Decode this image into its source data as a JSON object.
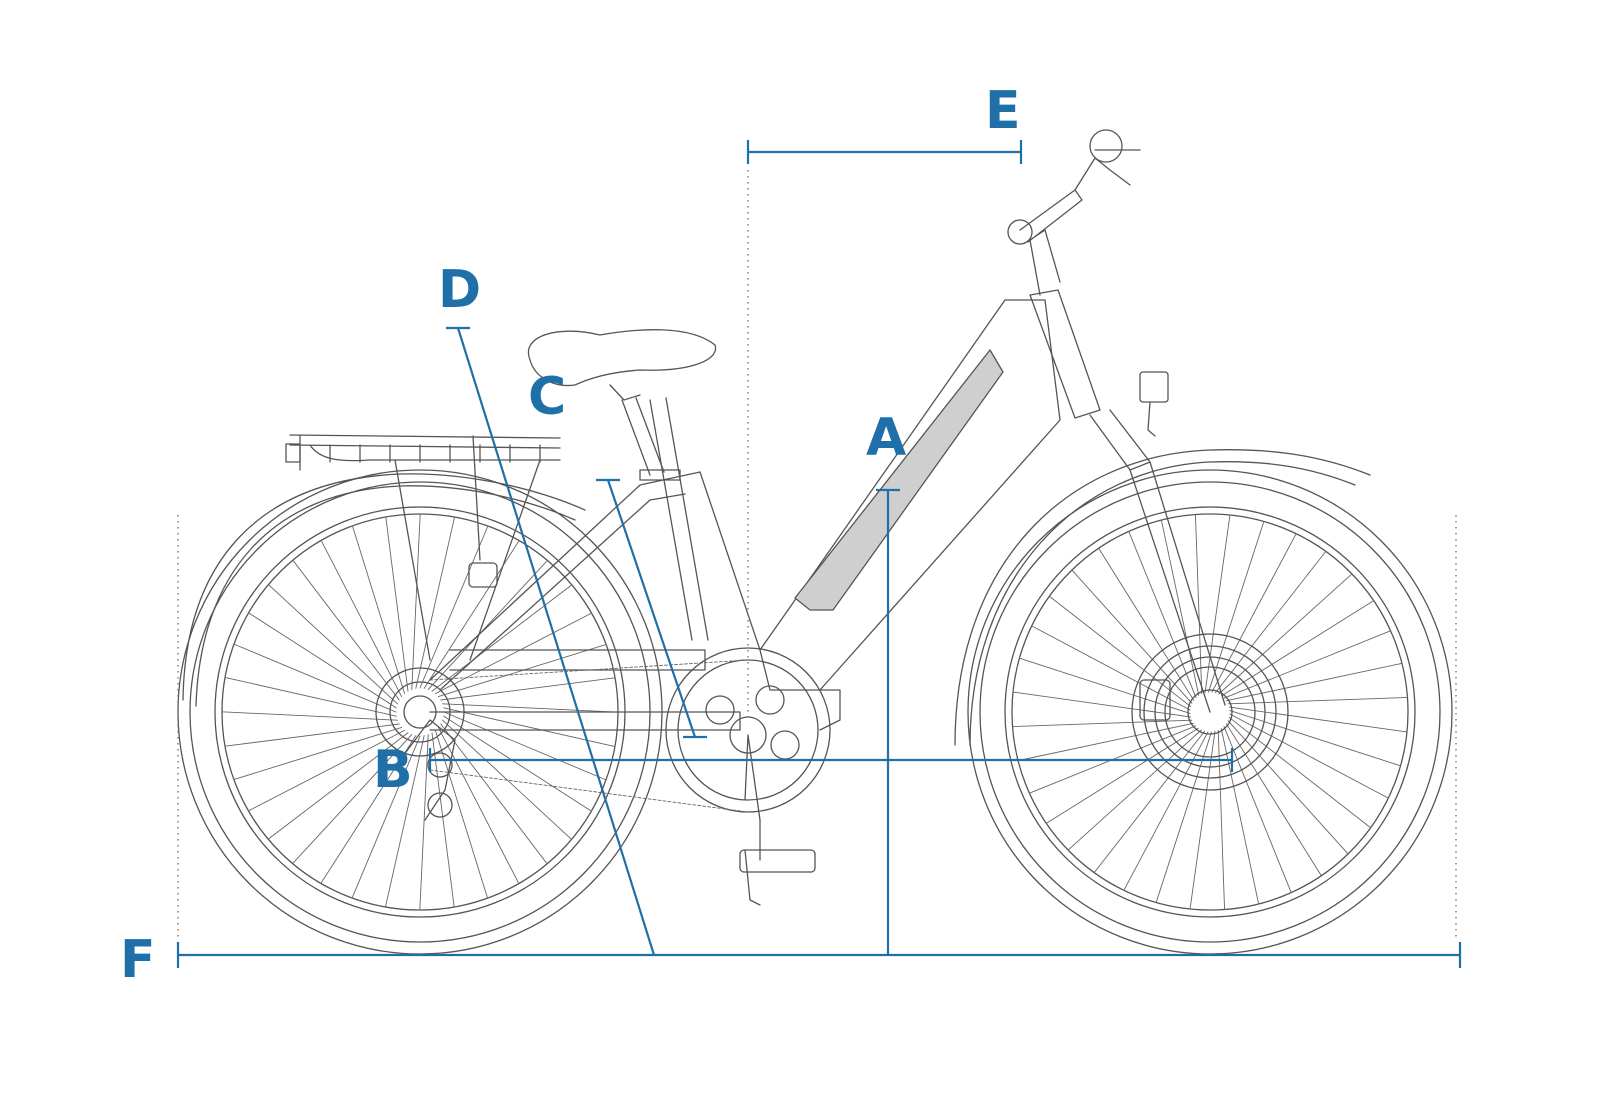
{
  "colors": {
    "accent": "#1f6fa8",
    "outline": "#555555",
    "battery_fill": "#cfcfcf"
  },
  "labels": {
    "a": "A",
    "b": "B",
    "c": "C",
    "d": "D",
    "e": "E",
    "f": "F"
  }
}
